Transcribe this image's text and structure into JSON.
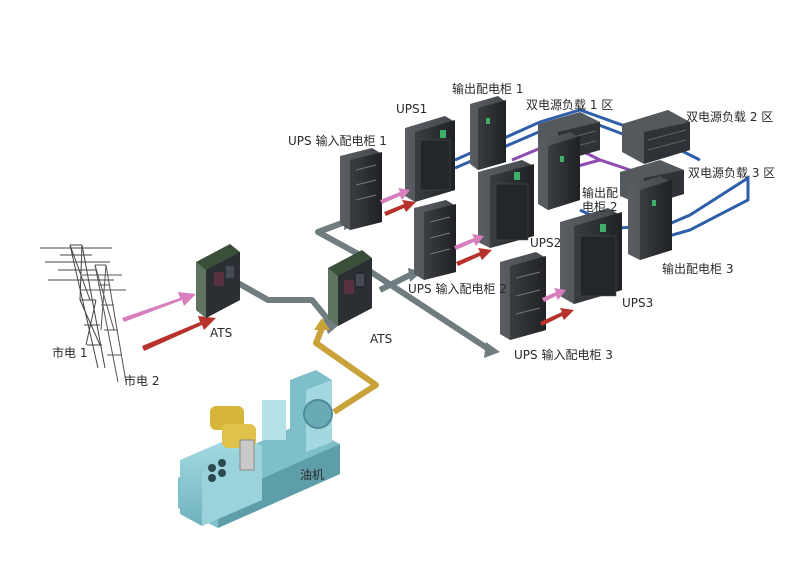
{
  "diagram": {
    "labels": {
      "grid1": "市电 1",
      "grid2": "市电 2",
      "ats1": "ATS",
      "ats2": "ATS",
      "generator": "油机",
      "ups_in_1": "UPS 输入配电柜 1",
      "ups_in_2": "UPS 输入配电柜 2",
      "ups_in_3": "UPS 输入配电柜 3",
      "ups1": "UPS1",
      "ups2": "UPS2",
      "ups3": "UPS3",
      "out_1": "输出配电柜 1",
      "out_2": "输出配电柜 2",
      "out_3": "输出配电柜 3",
      "load_1": "双电源负载 1 区",
      "load_2": "双电源负载 2 区",
      "load_3": "双电源负载 3 区"
    },
    "colors": {
      "feed_pink": "#d77fbd",
      "feed_red": "#b8322c",
      "bus_gray": "#6f7c80",
      "gen_gold": "#c9a23a",
      "out_blue": "#2f5fa8",
      "out_purple": "#8e4bb0",
      "cabinet": "#2e3033",
      "generator_body": "#8fcdd6",
      "engine_yellow": "#d6b63a"
    },
    "icons": [
      "transmission-tower-icon",
      "ats-switch-icon",
      "cabinet-icon",
      "ups-icon",
      "generator-icon",
      "server-rack-icon"
    ]
  }
}
